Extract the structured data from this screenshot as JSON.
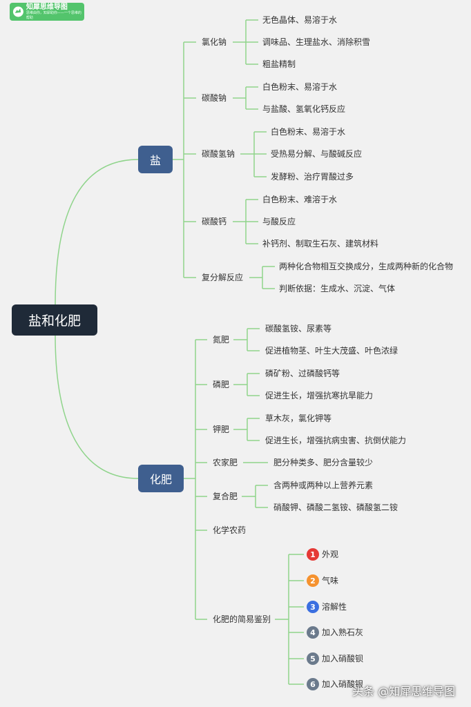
{
  "logo": {
    "title": "知犀思维导图",
    "subtitle": "思维由你，知犀助你——一个思维的帮助"
  },
  "root": "盐和化肥",
  "salt": {
    "label": "盐",
    "nacl": {
      "label": "氯化钠",
      "items": [
        "无色晶体、易溶于水",
        "调味品、生理盐水、消除积雪",
        "粗盐精制"
      ]
    },
    "na2co3": {
      "label": "碳酸钠",
      "items": [
        "白色粉末、易溶于水",
        "与盐酸、氢氧化钙反应"
      ]
    },
    "nahco3": {
      "label": "碳酸氢钠",
      "items": [
        "白色粉末、易溶于水",
        "受热易分解、与酸碱反应",
        "发酵粉、治疗胃酸过多"
      ]
    },
    "caco3": {
      "label": "碳酸钙",
      "items": [
        "白色粉末、难溶于水",
        "与酸反应",
        "补钙剂、制取生石灰、建筑材料"
      ]
    },
    "double": {
      "label": "复分解反应",
      "items": [
        "两种化合物相互交换成分，生成两种新的化合物",
        "判断依据：生成水、沉淀、气体"
      ]
    }
  },
  "fert": {
    "label": "化肥",
    "n": {
      "label": "氮肥",
      "items": [
        "碳酸氢铵、尿素等",
        "促进植物茎、叶生大茂盛、叶色浓绿"
      ]
    },
    "p": {
      "label": "磷肥",
      "items": [
        "磷矿粉、过磷酸钙等",
        "促进生长，增强抗寒抗旱能力"
      ]
    },
    "k": {
      "label": "钾肥",
      "items": [
        "草木灰，氯化钾等",
        "促进生长，增强抗病虫害、抗倒伏能力"
      ]
    },
    "farm": {
      "label": "农家肥",
      "items": [
        "肥分种类多、肥分含量较少"
      ]
    },
    "compound": {
      "label": "复合肥",
      "items": [
        "含两种或两种以上营养元素",
        "硝酸钾、磷酸二氢铵、磷酸氢二铵"
      ]
    },
    "pesticide": {
      "label": "化学农药"
    },
    "identify": {
      "label": "化肥的简易鉴别",
      "items": [
        {
          "num": "1",
          "text": "外观",
          "color": "#e53935"
        },
        {
          "num": "2",
          "text": "气味",
          "color": "#f5922f"
        },
        {
          "num": "3",
          "text": "溶解性",
          "color": "#3b6fe0"
        },
        {
          "num": "4",
          "text": "加入熟石灰",
          "color": "#6b7a8c"
        },
        {
          "num": "5",
          "text": "加入硝酸钡",
          "color": "#6b7a8c"
        },
        {
          "num": "6",
          "text": "加入硝酸银",
          "color": "#6b7a8c"
        }
      ]
    }
  },
  "watermark": "头条 @知犀思维导图",
  "colors": {
    "line": "#8fd48b",
    "root_bg": "#1f2a38",
    "branch_bg": "#3f5f8f",
    "logo_bg": "#53c46c"
  }
}
